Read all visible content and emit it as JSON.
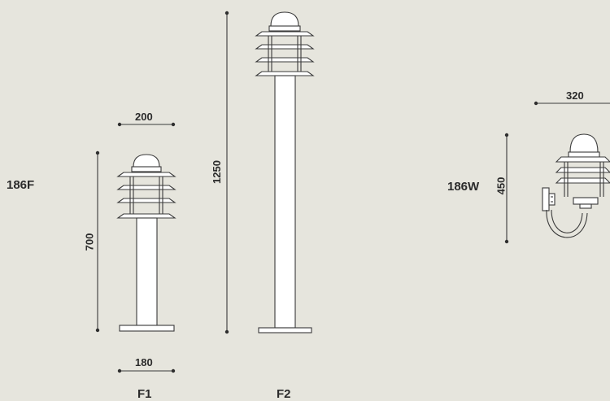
{
  "models": {
    "floor": "186F",
    "wall": "186W"
  },
  "dimensions": {
    "f1_head_width": "200",
    "f1_height": "700",
    "f1_base_width": "180",
    "f2_height": "1250",
    "w_width": "320",
    "w_height": "450"
  },
  "captions": {
    "f1": "F1",
    "f2": "F2"
  },
  "colors": {
    "background": "#e6e5dd",
    "line": "#3a3a3a",
    "text": "#2b2b2b"
  }
}
